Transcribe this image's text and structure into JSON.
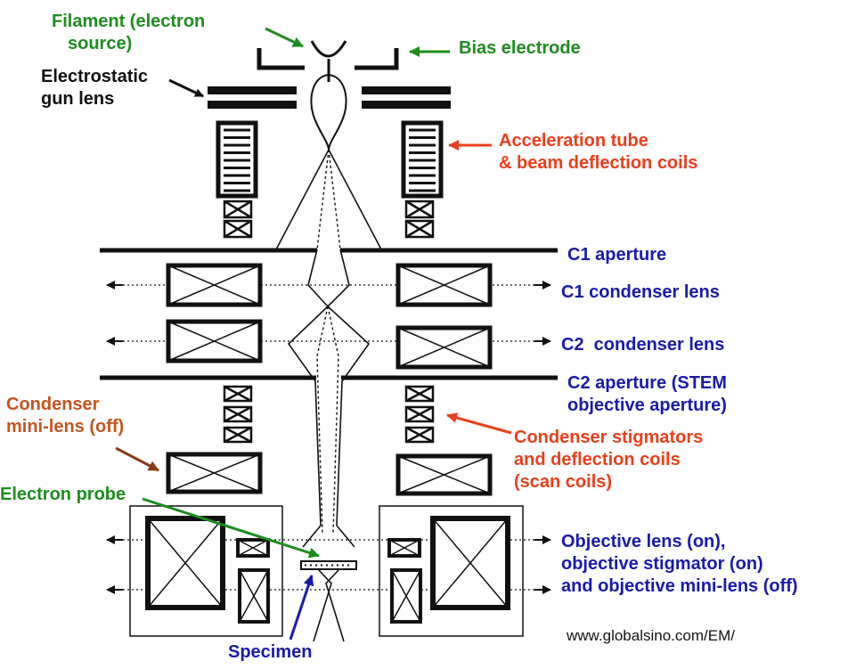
{
  "labels": {
    "filament": [
      "Filament (electron",
      "source)"
    ],
    "bias": "Bias electrode",
    "gun_lens": [
      "Electrostatic",
      "gun lens"
    ],
    "acceleration": [
      "Acceleration tube",
      "& beam deflection coils"
    ],
    "c1_aperture": "C1 aperture",
    "c1_lens": "C1 condenser lens",
    "c2_lens": "C2  condenser lens",
    "c2_aperture": [
      "C2 aperture (STEM",
      "objective aperture)"
    ],
    "condenser_mini": [
      "Condenser",
      "mini-lens (off)"
    ],
    "stigmators": [
      "Condenser stigmators",
      "and deflection coils",
      "(scan coils)"
    ],
    "electron_probe": "Electron probe",
    "objective": [
      "Objective lens (on),",
      "objective stigmator (on)",
      "and objective mini-lens (off)"
    ],
    "specimen": "Specimen"
  },
  "credit": "www.globalsino.com/EM/",
  "colors": {
    "green": "#1e8c1e",
    "black": "#111111",
    "red": "#e8401c",
    "blue": "#1a1aa8",
    "brown": "#c4551e"
  }
}
